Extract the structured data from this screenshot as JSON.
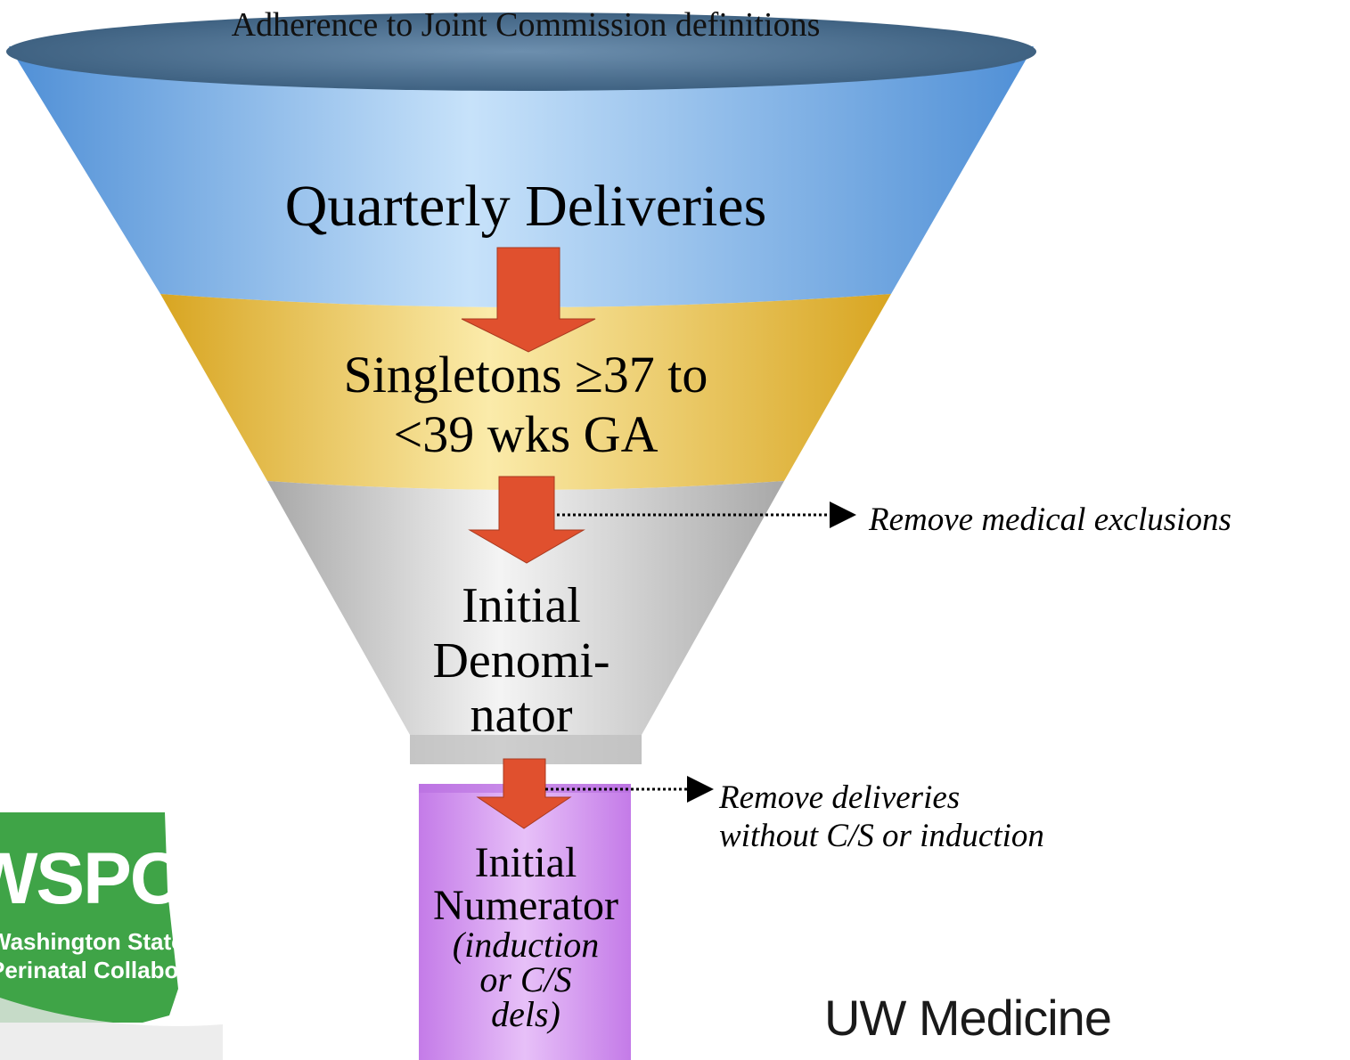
{
  "diagram": {
    "top_label": "Adherence to Joint Commission definitions",
    "stages": [
      {
        "lines": [
          "Quarterly Deliveries"
        ]
      },
      {
        "lines": [
          "Singletons ≥37 to",
          "<39 wks GA"
        ]
      },
      {
        "lines": [
          "Initial",
          "Denomi-",
          "nator"
        ]
      },
      {
        "lines": [
          "Initial",
          "Numerator"
        ],
        "sub": [
          "(induction",
          "or C/S",
          "dels)"
        ]
      }
    ],
    "notes": [
      {
        "lines": [
          "Remove medical exclusions"
        ]
      },
      {
        "lines": [
          "Remove deliveries",
          "without C/S or induction"
        ]
      }
    ],
    "colors": {
      "band_1": "#7fb8ec",
      "band_2": "#f2c94c",
      "band_3": "#d9d9d9",
      "spout": "#d69af0",
      "arrow": "#e0502e",
      "rim": "#466a8a",
      "logo_green": "#3fa447"
    }
  },
  "logos": {
    "left_logo": {
      "abbr": "WSPC",
      "line1": "Washington State",
      "line2": "Perinatal Collaborative"
    },
    "right_logo": {
      "text": "UW Medicine"
    }
  }
}
